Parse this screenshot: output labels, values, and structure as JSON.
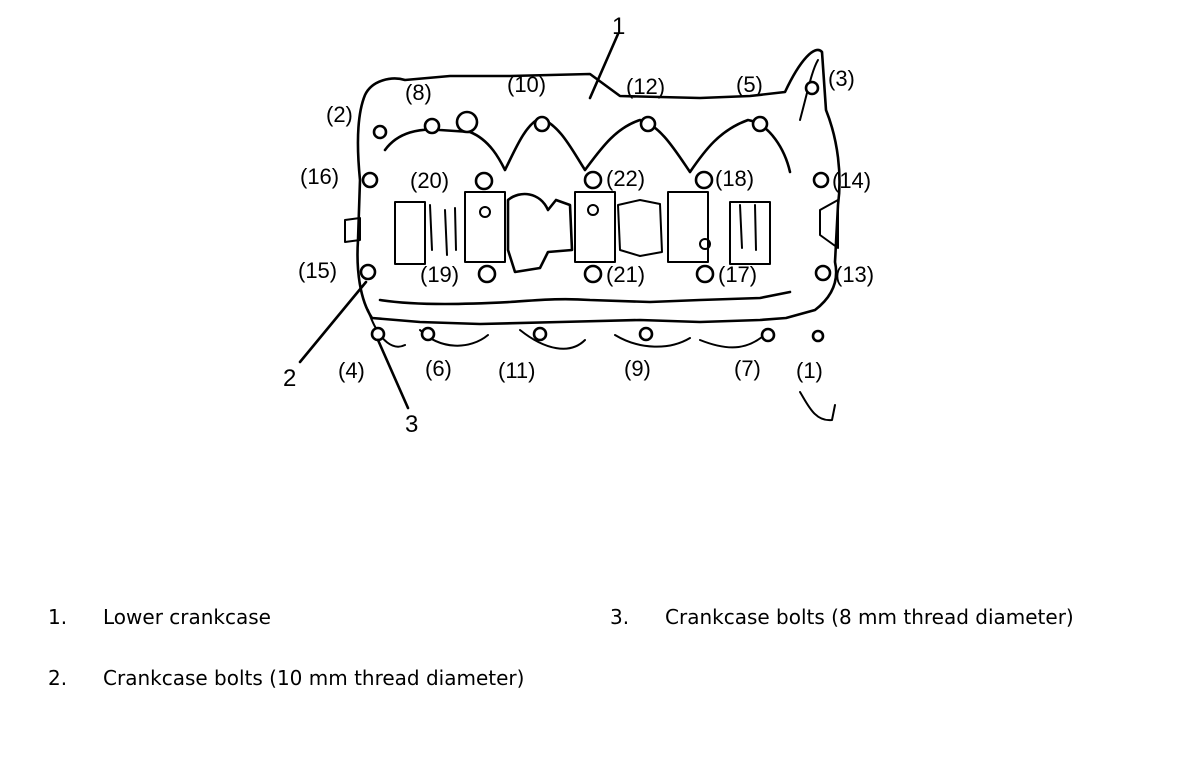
{
  "diagram": {
    "callouts": {
      "c1": "1",
      "c2": "2",
      "c3": "3"
    },
    "bolt_labels": {
      "b1": "(1)",
      "b2": "(2)",
      "b3": "(3)",
      "b4": "(4)",
      "b5": "(5)",
      "b6": "(6)",
      "b7": "(7)",
      "b8": "(8)",
      "b9": "(9)",
      "b10": "(10)",
      "b11": "(11)",
      "b12": "(12)",
      "b13": "(13)",
      "b14": "(14)",
      "b15": "(15)",
      "b16": "(16)",
      "b17": "(17)",
      "b18": "(18)",
      "b19": "(19)",
      "b20": "(20)",
      "b21": "(21)",
      "b22": "(22)"
    }
  },
  "legend": [
    {
      "number": "1.",
      "text": "Lower crankcase"
    },
    {
      "number": "2.",
      "text": "Crankcase bolts (10 mm thread diameter)"
    },
    {
      "number": "3.",
      "text": "Crankcase bolts (8 mm thread diameter)"
    }
  ]
}
